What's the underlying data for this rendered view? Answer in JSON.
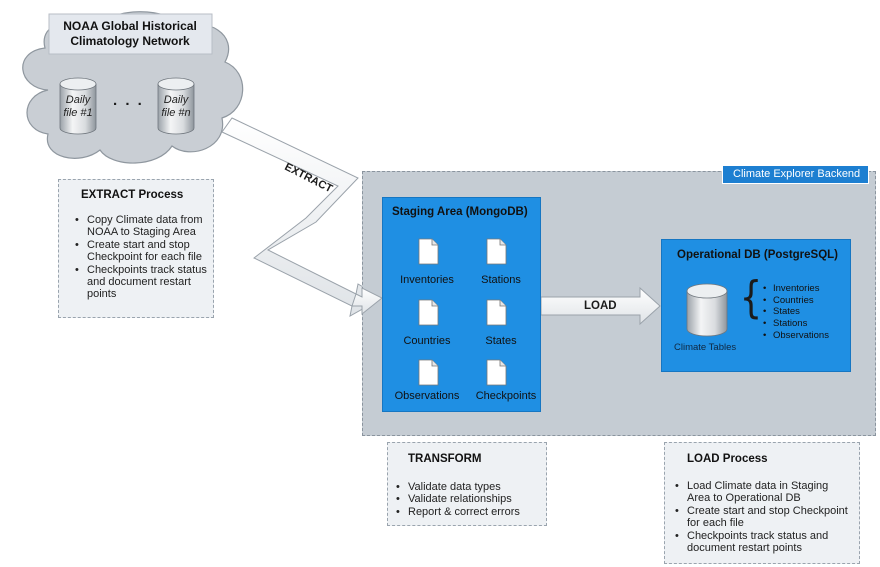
{
  "cloud": {
    "title_line1": "NOAA Global Historical",
    "title_line2": "Climatology Network",
    "files": [
      {
        "line1": "Daily",
        "line2": "file #1"
      },
      {
        "line1": "Daily",
        "line2": "file #n"
      }
    ],
    "ellipsis": ". . ."
  },
  "extract_arrow_label": "EXTRACT",
  "extract_note": {
    "title": "EXTRACT Process",
    "items": [
      "Copy Climate data from NOAA to Staging Area",
      "Create start and stop Checkpoint for each file",
      "Checkpoints track status and document restart points"
    ]
  },
  "backend_title": "Climate Explorer Backend",
  "staging": {
    "title": "Staging Area (MongoDB)",
    "docs": [
      "Inventories",
      "Stations",
      "Countries",
      "States",
      "Observations",
      "Checkpoints"
    ]
  },
  "load_arrow_label": "LOAD",
  "operational": {
    "title": "Operational DB (PostgreSQL)",
    "db_label": "Climate Tables",
    "brace": "{",
    "tables": [
      "Inventories",
      "Countries",
      "States",
      "Stations",
      "Observations"
    ]
  },
  "transform_note": {
    "title": "TRANSFORM",
    "items": [
      "Validate data types",
      "Validate relationships",
      "Report & correct errors"
    ]
  },
  "load_note": {
    "title": "LOAD Process",
    "items": [
      "Load Climate data in Staging Area to Operational DB",
      "Create start and stop Checkpoint for each file",
      "Checkpoints track status and document restart points"
    ]
  },
  "colors": {
    "blue": "#1f8fe3",
    "backend_gray": "#c5ccd3",
    "cloud_gray": "#c9ced4",
    "badge_blue": "#1d7fd1"
  }
}
